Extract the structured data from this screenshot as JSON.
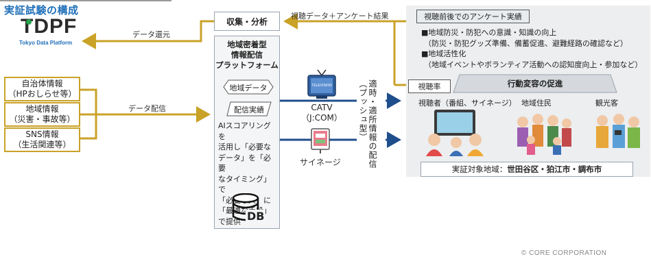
{
  "header": {
    "title": "実証試験の構成"
  },
  "logo": {
    "main": "TDPF",
    "sub": "Tokyo Data Platform"
  },
  "left_sources": [
    {
      "line1": "自治体情報",
      "line2": "（HPおしらせ等）"
    },
    {
      "line1": "地域情報",
      "line2": "（災害・事故等）"
    },
    {
      "line1": "SNS情報",
      "line2": "（生活関連等）"
    }
  ],
  "arrows": {
    "data_return": "データ還元",
    "data_delivery": "データ配信",
    "viewing_feedback": "視聴データ＋アンケート結果"
  },
  "center": {
    "analysis": "収集・分析",
    "platform_title": [
      "地域密着型",
      "情報配信",
      "プラットフォーム"
    ],
    "area_data": "地域データ",
    "delivery_record": "配信実績",
    "ai_text": [
      "AIスコアリングを",
      "活用し「必要な",
      "データ」を「必要",
      "なタイミング」で",
      "「必要な人」に",
      "「最適な手段」",
      "で提供"
    ],
    "db_label": "DB"
  },
  "channels": {
    "catv_line1": "CATV",
    "catv_line2": "（J:COM）",
    "signage": "サイネージ",
    "tv_caption": "TELEVISION",
    "vertical_text": "適時・適所情報の配信（プッシュ型）"
  },
  "right_panel": {
    "survey_title": "視聴前後でのアンケート実績",
    "survey_items": [
      "■地域防災・防犯への意識・知識の向上",
      "（防災・防犯グッズ準備、備蓄促進、避難経路の確認など）",
      "■地域活性化",
      "（地域イベントやボランティア活動への認知度向上・参加など）"
    ],
    "behavior_change": "行動変容の促進",
    "viewing_rate": "視聴率",
    "audiences": [
      "視聴者（番組、サイネージ）",
      "地域住民",
      "観光客"
    ],
    "target_prefix": "実証対象地域：",
    "target_areas": "世田谷区・狛江市・調布市"
  },
  "footer": {
    "copyright": "© CORE CORPORATION"
  },
  "colors": {
    "gold": "#c9a227",
    "navy": "#1f4e8c",
    "title_blue": "#1f6fb8"
  }
}
